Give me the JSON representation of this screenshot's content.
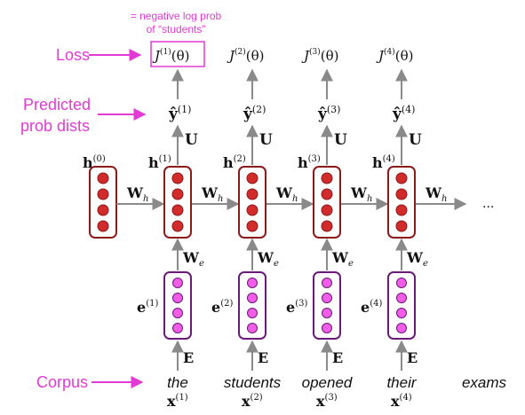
{
  "labels": {
    "loss": "Loss",
    "predicted_line1": "Predicted",
    "predicted_line2": "prob dists",
    "corpus": "Corpus"
  },
  "annotation": {
    "line1": "= negative log prob",
    "line2": "of “students”"
  },
  "hidden_initial": "h",
  "hidden_initial_sup": "(0)",
  "weights": {
    "recurrent": "W",
    "recurrent_sub": "h",
    "input": "W",
    "input_sub": "e",
    "output": "U",
    "embed": "E"
  },
  "ellipsis": "...",
  "steps": [
    {
      "word": "the",
      "x": "x",
      "sup": "(1)",
      "e": "e",
      "h": "h",
      "y": "ŷ",
      "J": "J",
      "J_arg": "(θ)"
    },
    {
      "word": "students",
      "x": "x",
      "sup": "(2)",
      "e": "e",
      "h": "h",
      "y": "ŷ",
      "J": "J",
      "J_arg": "(θ)"
    },
    {
      "word": "opened",
      "x": "x",
      "sup": "(3)",
      "e": "e",
      "h": "h",
      "y": "ŷ",
      "J": "J",
      "J_arg": "(θ)"
    },
    {
      "word": "their",
      "x": "x",
      "sup": "(4)",
      "e": "e",
      "h": "h",
      "y": "ŷ",
      "J": "J",
      "J_arg": "(θ)"
    }
  ],
  "final_word": "exams",
  "colors": {
    "hidden_fill": "#d12b2b",
    "hidden_border": "#8b1a1a",
    "embed_fill": "#f25de8",
    "embed_border": "#6a1b7a",
    "arrow_gray": "#8a8a8a",
    "annotation_pink": "#e33ad6"
  }
}
